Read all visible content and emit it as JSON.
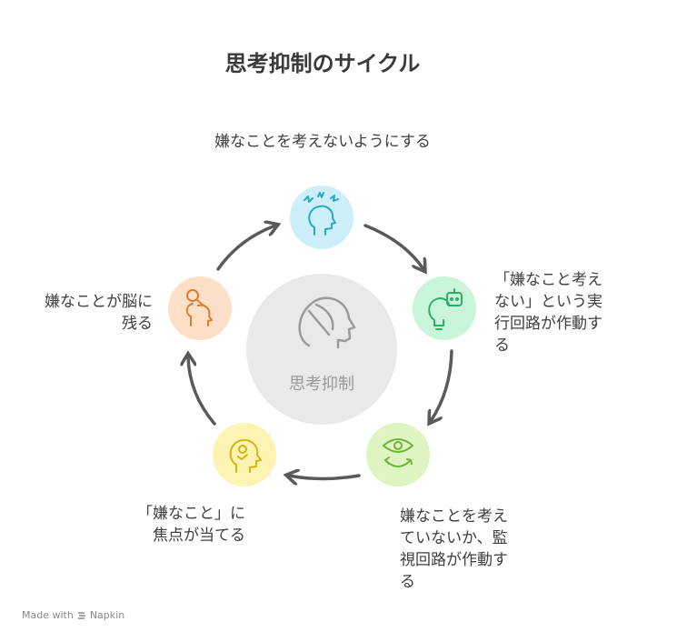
{
  "title": "思考抑制のサイクル",
  "center": {
    "label": "思考抑制",
    "icon": "suppressed-thought-head-icon"
  },
  "steps": [
    {
      "label": "嫌なことを考えないようにする",
      "icon": "stressed-head-icon",
      "color": "#cdeffa",
      "stroke": "#27a8cf"
    },
    {
      "label": "「嫌なこと考え\nない」という実\n行回路が作動す\nる",
      "icon": "lightbulb-robot-icon",
      "color": "#c9f5db",
      "stroke": "#2bb06a"
    },
    {
      "label": "嫌なことを考え\nていないか、監\n視回路が作動す\nる",
      "icon": "eye-cycle-icon",
      "color": "#def5c2",
      "stroke": "#6db33a"
    },
    {
      "label": "「嫌なこと」に\n焦点が当てる",
      "icon": "thinking-head-icon",
      "color": "#fdf3b3",
      "stroke": "#d7b30f"
    },
    {
      "label": "嫌なことが脳に\n残る",
      "icon": "person-head-icon",
      "color": "#fde0c7",
      "stroke": "#e07b2e"
    }
  ],
  "footer": {
    "prefix": "Made with",
    "brand": "Napkin"
  }
}
